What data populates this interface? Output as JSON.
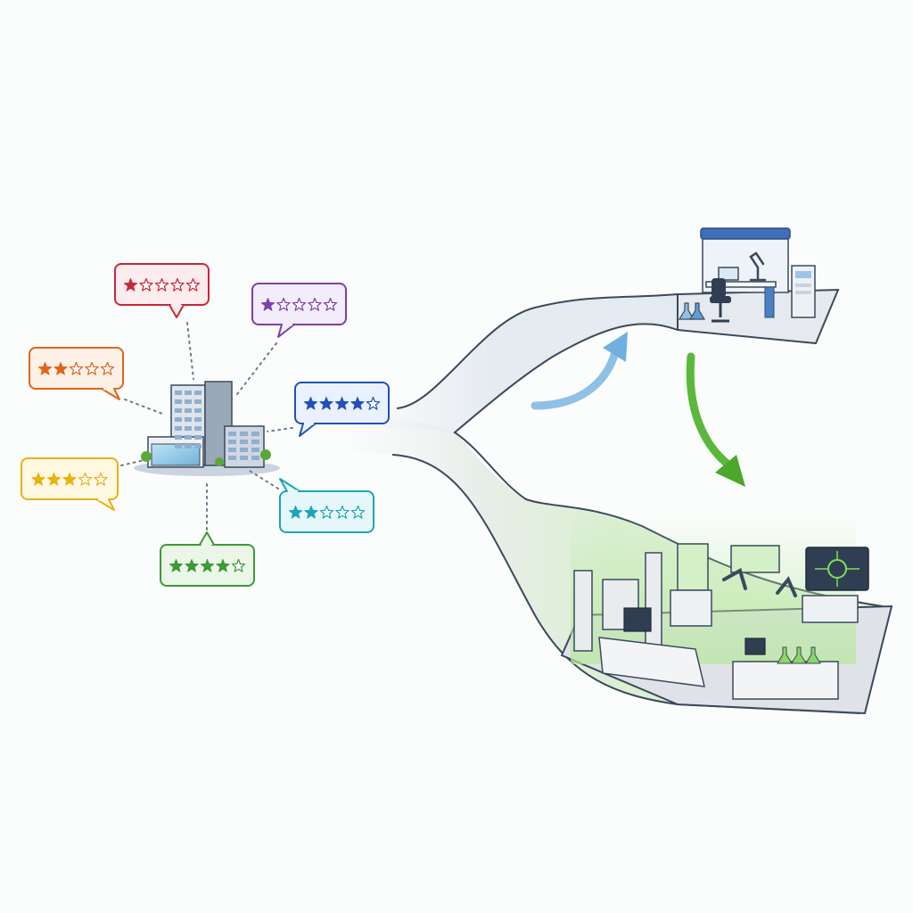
{
  "colors": {
    "background": "#fbfcfc",
    "outline": "#3a4a5c",
    "blue_flow": "#8fc0e6",
    "green_flow": "#5cb83a",
    "green_glow": "#b5e89a"
  },
  "ratings": [
    {
      "id": "red",
      "stars": 1,
      "color": "#c62838",
      "fill": "#fdecee",
      "anchor": "bottom"
    },
    {
      "id": "purple",
      "stars": 1,
      "color": "#7b3fb0",
      "fill": "#f3ecfa",
      "anchor": "bottom-left"
    },
    {
      "id": "orange",
      "stars": 2,
      "color": "#e0651b",
      "fill": "#fdf0e6",
      "anchor": "bottom-right"
    },
    {
      "id": "blue",
      "stars": 4,
      "color": "#2050b8",
      "fill": "#eaf0fc",
      "anchor": "bottom-left"
    },
    {
      "id": "yellow",
      "stars": 3,
      "color": "#eab111",
      "fill": "#fff8e2",
      "anchor": "bottom-right"
    },
    {
      "id": "teal",
      "stars": 2,
      "color": "#1aa6b8",
      "fill": "#e6f7f9",
      "anchor": "top-left"
    },
    {
      "id": "green",
      "stars": 4,
      "color": "#3d9a36",
      "fill": "#ebf6e8",
      "anchor": "top"
    }
  ],
  "icons": {
    "source": "office-building-icon",
    "small_lab": "small-lab-icon",
    "large_lab": "large-lab-icon",
    "up_arrow": "curved-up-arrow-icon",
    "down_arrow": "curved-down-arrow-icon"
  }
}
